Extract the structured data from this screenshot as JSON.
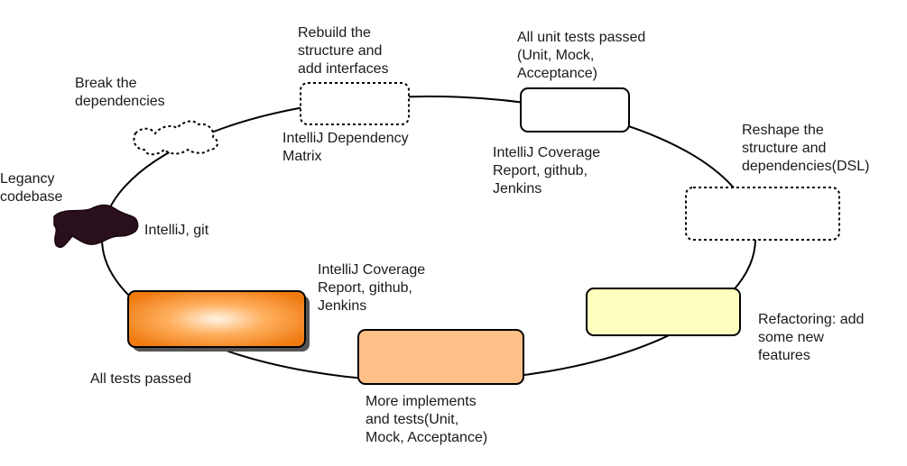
{
  "labels": {
    "legacy": "Legancy\ncodebase",
    "legacy_tools": "IntelliJ, git",
    "break_deps": "Break the\ndependencies",
    "rebuild": "Rebuild the\nstructure and\nadd interfaces",
    "rebuild_tools": "IntelliJ Dependency\nMatrix",
    "unit_tests": "All unit tests passed\n(Unit, Mock,\nAcceptance)",
    "unit_tools": "IntelliJ Coverage\nReport, github,\nJenkins",
    "reshape": "Reshape the\nstructure and\ndependencies(DSL)",
    "refactoring": "Refactoring: add\nsome new\nfeatures",
    "more_impl": "More implements\nand  tests(Unit,\nMock, Acceptance)",
    "all_tests_tools": "IntelliJ Coverage\nReport, github,\nJenkins",
    "all_tests": "All tests passed"
  },
  "colors": {
    "blob": "#2a0f1c",
    "refactoring_fill": "#ffffc0",
    "more_impl_fill": "#ffc088",
    "all_tests_fill_edge": "#f07a10",
    "all_tests_fill_center": "#fff2e0",
    "outline": "#000000"
  }
}
